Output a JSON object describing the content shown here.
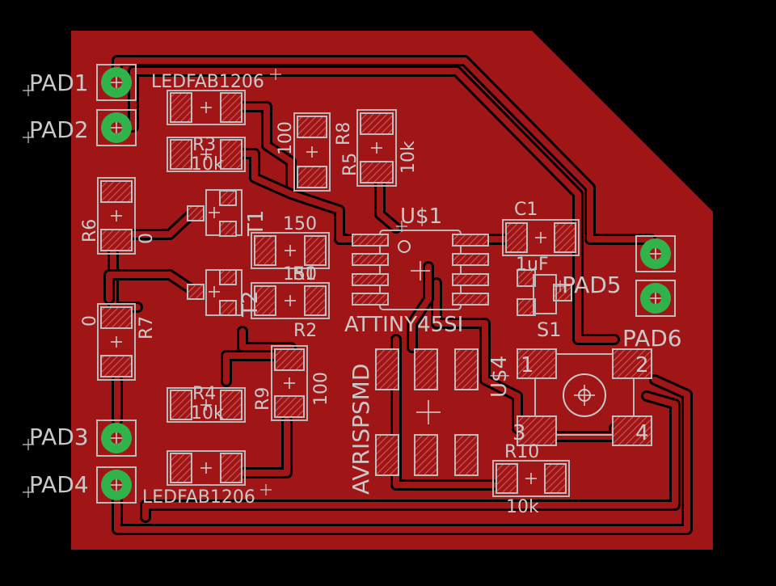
{
  "colors": {
    "background": "#000000",
    "copper": "#a01616",
    "silkscreen": "#c8c8c8",
    "via": "#2fb34a"
  },
  "labels": {
    "pad1": "PAD1",
    "pad2": "PAD2",
    "pad3": "PAD3",
    "pad4": "PAD4",
    "pad5": "PAD5",
    "pad6": "PAD6",
    "led_top": "LEDFAB1206",
    "led_bottom": "LEDFAB1206",
    "r3": "R3",
    "r3_val": "10k",
    "r8": "R8",
    "r8_val": "100",
    "r5": "R5",
    "r5_val": "10k",
    "r6": "R6",
    "r6_val": "0",
    "t1": "T1",
    "t2": "T2",
    "r1": "R1",
    "r1_val": "150",
    "r1_val2": "150",
    "r2": "R2",
    "r7": "R7",
    "r7_val": "0",
    "r4": "R4",
    "r4_val": "10k",
    "r9": "R9",
    "r9_val": "100",
    "u1": "U$1",
    "u1_part": "ATTINY45SI",
    "c1": "C1",
    "c1_val": "1uF",
    "s1": "S1",
    "u4": "U$4",
    "avr": "AVRISPSMD",
    "r10": "R10",
    "r10_val": "10k",
    "s1_p1": "1",
    "s1_p2": "2",
    "s1_p3": "3",
    "s1_p4": "4"
  }
}
